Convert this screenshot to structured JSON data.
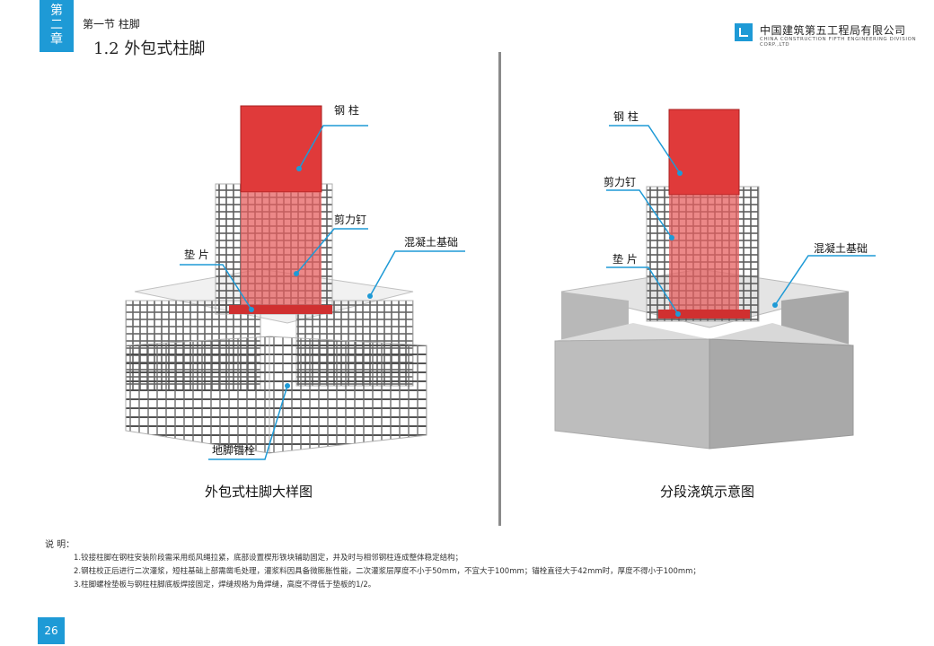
{
  "header": {
    "chapter_chars": [
      "第",
      "二",
      "章"
    ],
    "section": "第一节 柱脚",
    "heading": "1.2 外包式柱脚",
    "company_name": "中国建筑第五工程局有限公司",
    "company_en": "CHINA CONSTRUCTION FIFTH ENGINEERING DIVISION CORP.,LTD"
  },
  "left_figure": {
    "caption": "外包式柱脚大样图",
    "labels": {
      "steel_column": "钢 柱",
      "shear_stud": "剪力钉",
      "concrete_foundation": "混凝土基础",
      "shim": "垫 片",
      "anchor_bolt": "地脚锚栓"
    }
  },
  "right_figure": {
    "caption": "分段浇筑示意图",
    "labels": {
      "steel_column": "钢 柱",
      "shear_stud": "剪力钉",
      "concrete_foundation": "混凝土基础",
      "shim": "垫 片"
    }
  },
  "notes": {
    "title": "说 明：",
    "items": [
      "1.铰接柱脚在钢柱安装阶段需采用缆风绳拉紧，底部设置楔形铁块辅助固定，并及时与相邻钢柱连成整体稳定结构；",
      "2.钢柱校正后进行二次灌浆，短柱基础上部需凿毛处理，灌浆料因具备微膨胀性能，二次灌浆层厚度不小于50mm，不宜大于100mm；锚栓直径大于42mm时，厚度不得小于100mm；",
      "3.柱脚螺栓垫板与钢柱柱脚底板焊接固定，焊缝规格为角焊缝，高度不得低于垫板的1/2。"
    ]
  },
  "page_number": "26",
  "colors": {
    "accent": "#1e9ad6",
    "steel": "#e03a3a",
    "concrete": "#c4c4c4"
  }
}
